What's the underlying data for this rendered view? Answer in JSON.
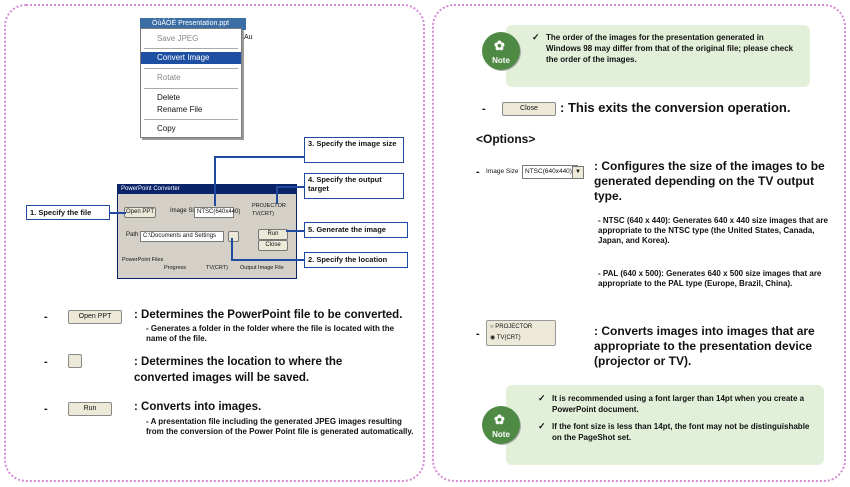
{
  "left": {
    "menu": {
      "title": "ÓùÂÒÉ Presentation.ppt",
      "side_text": "Au",
      "items": [
        "Save JPEG",
        "Convert Image",
        "Rotate",
        "Delete",
        "Rename File",
        "Copy"
      ]
    },
    "dialog": {
      "title": "PowerPoint Converter",
      "open_btn": "Open PPT",
      "size_label": "Image Size",
      "size_value": "NTSC(640x440)",
      "radio1": "PROJECTOR",
      "radio2": "TV(CRT)",
      "path_label": "Path",
      "path_value": "C:\\Documents and Settings",
      "run_btn": "Run",
      "close_btn": "Close",
      "status1": "PowerPoint Files",
      "status2": "Progress",
      "status3": "TV(CRT)",
      "status4": "Output Image File"
    },
    "callouts": {
      "c1": "1. Specify the file",
      "c2": "2. Specify the location",
      "c3": "3. Specify the image size",
      "c4": "4. Specify the output target",
      "c5": "5. Generate the image"
    },
    "rows": [
      {
        "dash": "-",
        "btn": "Open PPT",
        "desc": ": Determines the PowerPoint file to be converted.",
        "sub": "- Generates a folder in the folder where the file is located with the name of the file."
      },
      {
        "dash": "-",
        "btn": "",
        "desc": ": Determines the location to where the converted images will be saved."
      },
      {
        "dash": "-",
        "btn": "Run",
        "desc": ": Converts into images.",
        "sub": "- A presentation file including the generated JPEG images resulting from the conversion of the Power Point file is generated automatically."
      }
    ]
  },
  "right": {
    "note1": {
      "icon": "Note",
      "check": "✓",
      "text": "The order of the images for the presentation generated in Windows 98 may differ from that of the original file; please check the order of the images."
    },
    "close_row": {
      "dash": "-",
      "btn": "Close",
      "desc": ": This exits the conversion operation."
    },
    "options_heading": "<Options>",
    "size_row": {
      "dash": "-",
      "label": "Image Size",
      "value": "NTSC(640x440)",
      "desc": ": Configures the size of the images to be generated depending on the TV output type.",
      "ntsc": "- NTSC (640 x 440): Generates 640 x 440 size images that are appropriate to the NTSC type (the United States, Canada, Japan, and Korea).",
      "pal": "- PAL (640 x 500): Generates 640 x 500 size images that are appropriate to the PAL type (Europe, Brazil, China)."
    },
    "radio_row": {
      "dash": "-",
      "opt1": "PROJECTOR",
      "opt2": "TV(CRT)",
      "desc": ": Converts images into images that are appropriate to the presentation device (projector or TV)."
    },
    "note2": {
      "icon": "Note",
      "check1": "✓",
      "text1": "It is recommended using a font larger than 14pt when you create a PowerPoint document.",
      "check2": "✓",
      "text2": "If the font size is less than 14pt, the font may not be distinguishable on the PageShot set."
    }
  }
}
